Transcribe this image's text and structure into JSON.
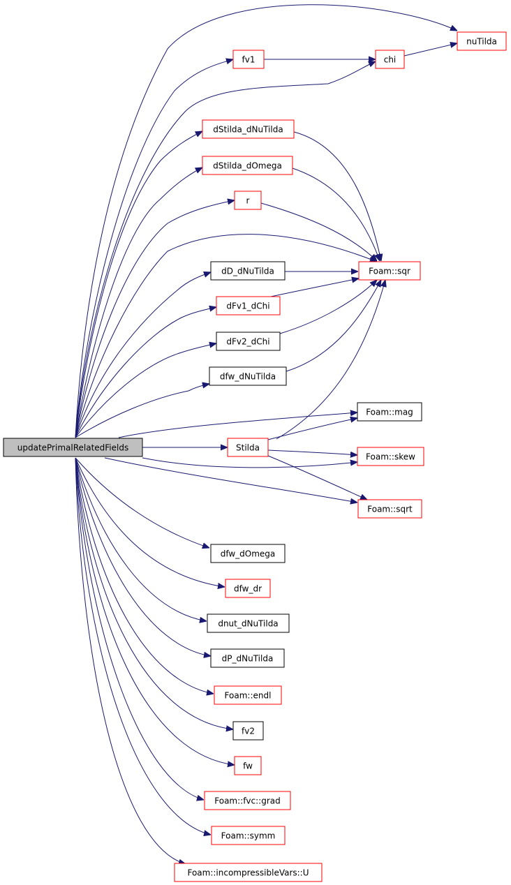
{
  "colors": {
    "edge": "#191970",
    "border_documented": "#ff0000",
    "border_plain": "#000000",
    "root_fill": "#bfbfbf"
  },
  "nodes": {
    "updatePrimalRelatedFields": "updatePrimalRelatedFields",
    "nuTilda": "nuTilda",
    "fv1": "fv1",
    "chi": "chi",
    "dStilda_dNuTilda": "dStilda_dNuTilda",
    "dStilda_dOmega": "dStilda_dOmega",
    "r": "r",
    "dD_dNuTilda": "dD_dNuTilda",
    "foam_sqr": "Foam::sqr",
    "dFv1_dChi": "dFv1_dChi",
    "dFv2_dChi": "dFv2_dChi",
    "dfw_dNuTilda": "dfw_dNuTilda",
    "foam_mag": "Foam::mag",
    "Stilda": "Stilda",
    "foam_skew": "Foam::skew",
    "foam_sqrt": "Foam::sqrt",
    "dfw_dOmega": "dfw_dOmega",
    "dfw_dr": "dfw_dr",
    "dnut_dNuTilda": "dnut_dNuTilda",
    "dP_dNuTilda": "dP_dNuTilda",
    "foam_endl": "Foam::endl",
    "fv2": "fv2",
    "fw": "fw",
    "foam_fvc_grad": "Foam::fvc::grad",
    "foam_symm": "Foam::symm",
    "foam_incompressibleVars_U": "Foam::incompressibleVars::U"
  }
}
